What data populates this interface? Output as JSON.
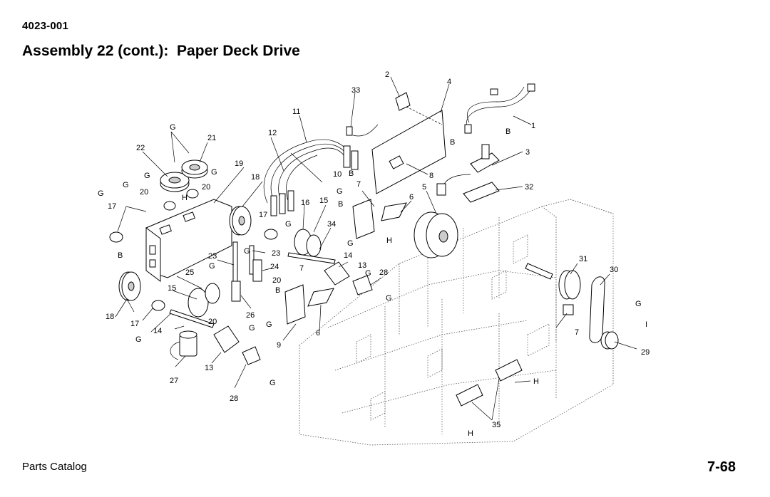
{
  "header": {
    "doc_number": "4023-001",
    "title": "Assembly 22 (cont.):  Paper Deck Drive"
  },
  "footer": {
    "left": "Parts Catalog",
    "page": "7-68"
  },
  "callouts": [
    "2",
    "33",
    "4",
    "11",
    "1",
    "12",
    "G",
    "21",
    "B",
    "B",
    "3",
    "22",
    "19",
    "G",
    "18",
    "10",
    "B",
    "8",
    "G",
    "G",
    "20",
    "G",
    "20",
    "5",
    "32",
    "G",
    "H",
    "15",
    "9",
    "7",
    "17",
    "16",
    "B",
    "6",
    "17",
    "G",
    "B",
    "34",
    "H",
    "G",
    "23",
    "G",
    "14",
    "23",
    "13",
    "G",
    "24",
    "7",
    "31",
    "30",
    "28",
    "G",
    "25",
    "20",
    "15",
    "B",
    "G",
    "18",
    "G",
    "17",
    "26",
    "9",
    "6",
    "G",
    "20",
    "I",
    "14",
    "G",
    "G",
    "29",
    "7",
    "27",
    "13",
    "H",
    "G",
    "28",
    "35",
    "H"
  ]
}
